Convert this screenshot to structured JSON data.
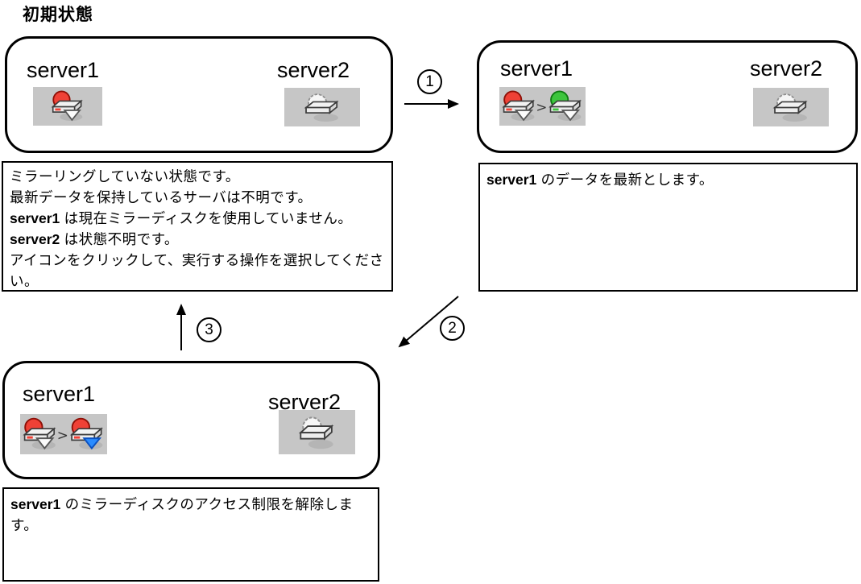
{
  "title": "初期状態",
  "colors": {
    "box_border": "#000000",
    "icon_background": "#c6c6c6",
    "red": "#ef4136",
    "red_dark": "#8d1007",
    "green": "#3dc53d",
    "green_dark": "#0f7a12",
    "blue": "#2b8cff",
    "blue_dark": "#0a50c0",
    "disk_fill": "#f2f2f2",
    "disk_stroke": "#3c3c3c"
  },
  "states": [
    {
      "name": "initial-state",
      "servers": [
        {
          "label": "server1",
          "icon": "mirror-disk-error-icon",
          "icon_type": "disk-red-arrow"
        },
        {
          "label": "server2",
          "icon": "mirror-disk-unknown-icon",
          "icon_type": "disk-unknown"
        }
      ],
      "description_lines": [
        {
          "bold": "",
          "text": "ミラーリングしていない状態です。"
        },
        {
          "bold": "",
          "text": "最新データを保持しているサーバは不明です。"
        },
        {
          "bold": "server1",
          "text": " は現在ミラーディスクを使用していません。"
        },
        {
          "bold": "server2",
          "text": " は状態不明です。"
        },
        {
          "bold": "",
          "text": "アイコンをクリックして、実行する操作を選択してください。"
        }
      ]
    },
    {
      "name": "after-step-1",
      "servers": [
        {
          "label": "server1",
          "icon": "mirror-disk-error-to-normal-icon",
          "icon_type": "disk-red-to-green"
        },
        {
          "label": "server2",
          "icon": "mirror-disk-unknown-icon",
          "icon_type": "disk-unknown"
        }
      ],
      "description_lines": [
        {
          "bold": "server1",
          "text": " のデータを最新とします。"
        }
      ]
    },
    {
      "name": "after-step-2",
      "servers": [
        {
          "label": "server1",
          "icon": "mirror-disk-error-to-access-icon",
          "icon_type": "disk-red-to-blue"
        },
        {
          "label": "server2",
          "icon": "mirror-disk-unknown-icon",
          "icon_type": "disk-unknown"
        }
      ],
      "description_lines": [
        {
          "bold": "server1",
          "text": " のミラーディスクのアクセス制限を解除します。"
        }
      ]
    }
  ],
  "arrows": [
    {
      "number": "1",
      "direction": "right"
    },
    {
      "number": "2",
      "direction": "down-left"
    },
    {
      "number": "3",
      "direction": "up"
    }
  ]
}
